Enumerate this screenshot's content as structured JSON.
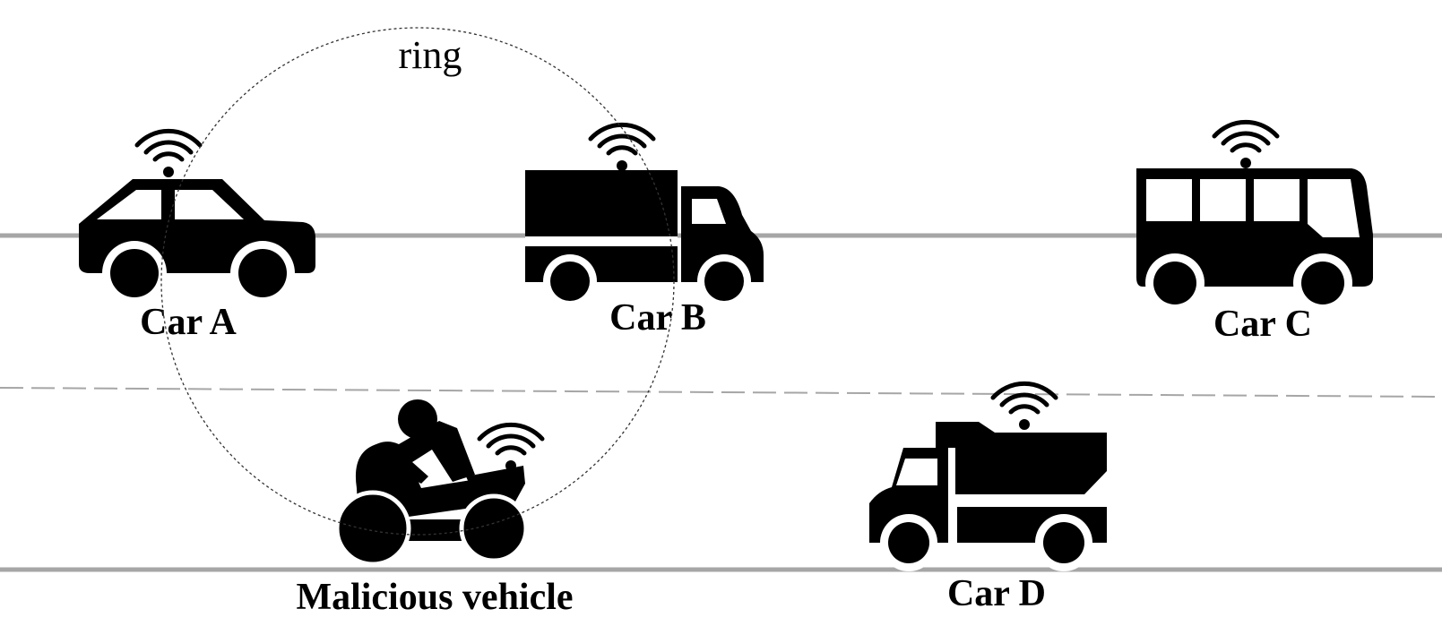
{
  "ring_label": "ring",
  "vehicles": {
    "car_a": {
      "label": "Car A",
      "icon": "sedan-icon"
    },
    "car_b": {
      "label": "Car B",
      "icon": "box-truck-icon"
    },
    "car_c": {
      "label": "Car C",
      "icon": "bus-icon"
    },
    "car_d": {
      "label": "Car D",
      "icon": "dump-truck-icon"
    },
    "malicious": {
      "label": "Malicious vehicle",
      "icon": "quad-bike-icon"
    }
  },
  "colors": {
    "road_line": "#a6a6a6",
    "vehicle": "#000000",
    "ring": "#333333"
  }
}
